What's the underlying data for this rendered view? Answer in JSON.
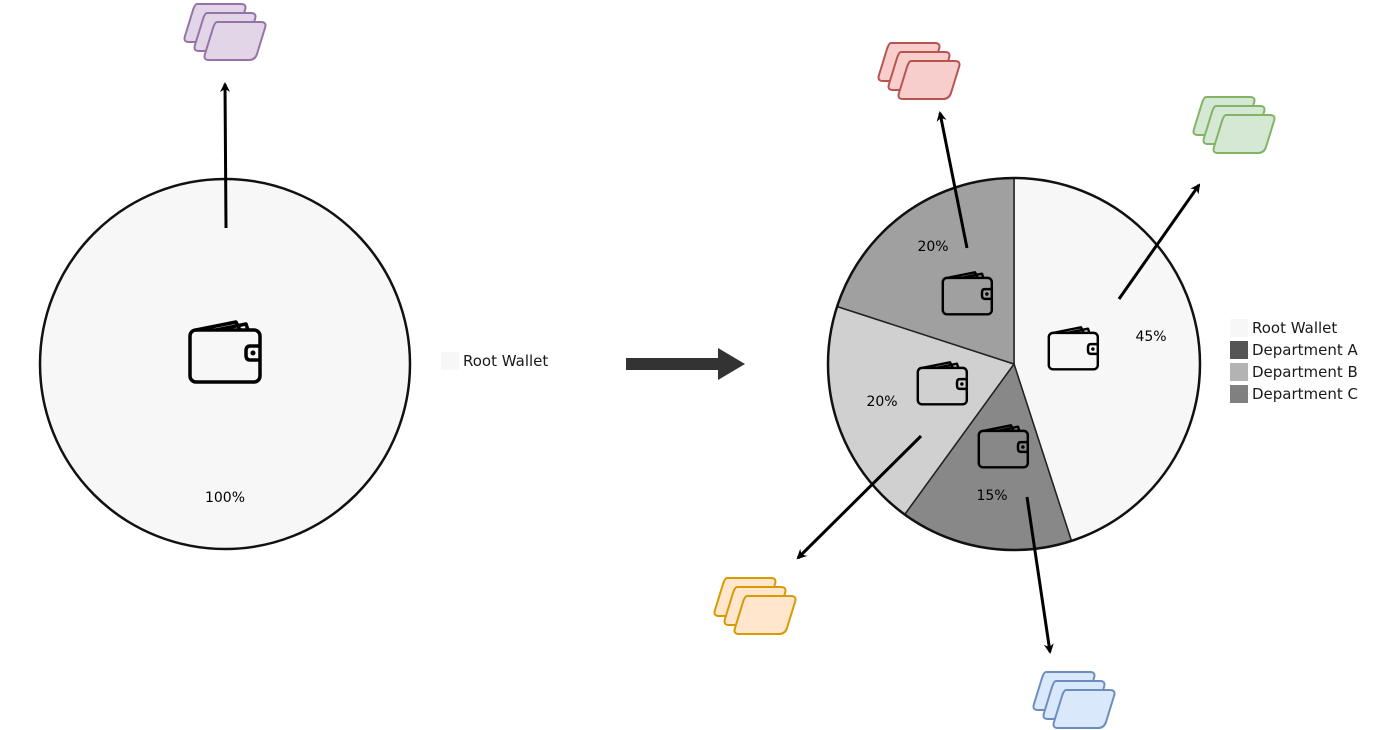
{
  "left_pie": {
    "percent_label": "100%",
    "legend": [
      {
        "label": "Root Wallet",
        "color": "#f7f7f7"
      }
    ]
  },
  "right_pie": {
    "slices": [
      {
        "name": "Root Wallet",
        "percent": 45,
        "label": "45%",
        "color": "#f7f7f7"
      },
      {
        "name": "Department A",
        "percent": 15,
        "label": "15%",
        "color": "#888888"
      },
      {
        "name": "Department B",
        "percent": 20,
        "label": "20%",
        "color": "#d0d0d0"
      },
      {
        "name": "Department C",
        "percent": 20,
        "label": "20%",
        "color": "#a0a0a0"
      }
    ],
    "legend": [
      {
        "label": "Root Wallet",
        "color": "#f7f7f7"
      },
      {
        "label": "Department A",
        "color": "#555555"
      },
      {
        "label": "Department B",
        "color": "#b3b3b3"
      },
      {
        "label": "Department C",
        "color": "#808080"
      }
    ]
  },
  "card_stacks": {
    "root_left": {
      "fill": "#e1d5e7",
      "stroke": "#9673a6"
    },
    "department_c": {
      "fill": "#f8cecc",
      "stroke": "#b85450"
    },
    "root_right": {
      "fill": "#d5e8d4",
      "stroke": "#82b366"
    },
    "department_b": {
      "fill": "#ffe6cc",
      "stroke": "#d79b00"
    },
    "department_a": {
      "fill": "#dae8fc",
      "stroke": "#6c8ebf"
    }
  },
  "icons": [
    "wallet-icon",
    "card-stack-icon",
    "arrow-icon",
    "transition-arrow-icon"
  ]
}
